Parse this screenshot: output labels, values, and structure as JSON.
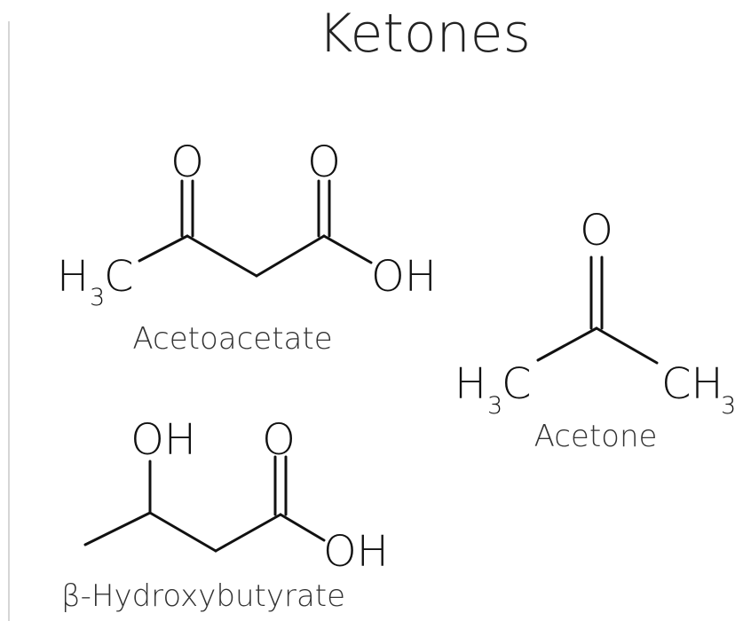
{
  "title": "Ketones",
  "molecules": [
    {
      "name": "Acetoacetate",
      "atoms": {
        "o1": "O",
        "o2": "O",
        "methyl_h": "H",
        "methyl_sub": "3",
        "methyl_c": "C",
        "oh": "OH"
      }
    },
    {
      "name": "Acetone",
      "atoms": {
        "o": "O",
        "left_h": "H",
        "left_sub": "3",
        "left_c": "C",
        "right_ch": "CH",
        "right_sub": "3"
      }
    },
    {
      "name": "β-Hydroxybutyrate",
      "atoms": {
        "oh_top": "OH",
        "o": "O",
        "oh": "OH"
      }
    }
  ]
}
